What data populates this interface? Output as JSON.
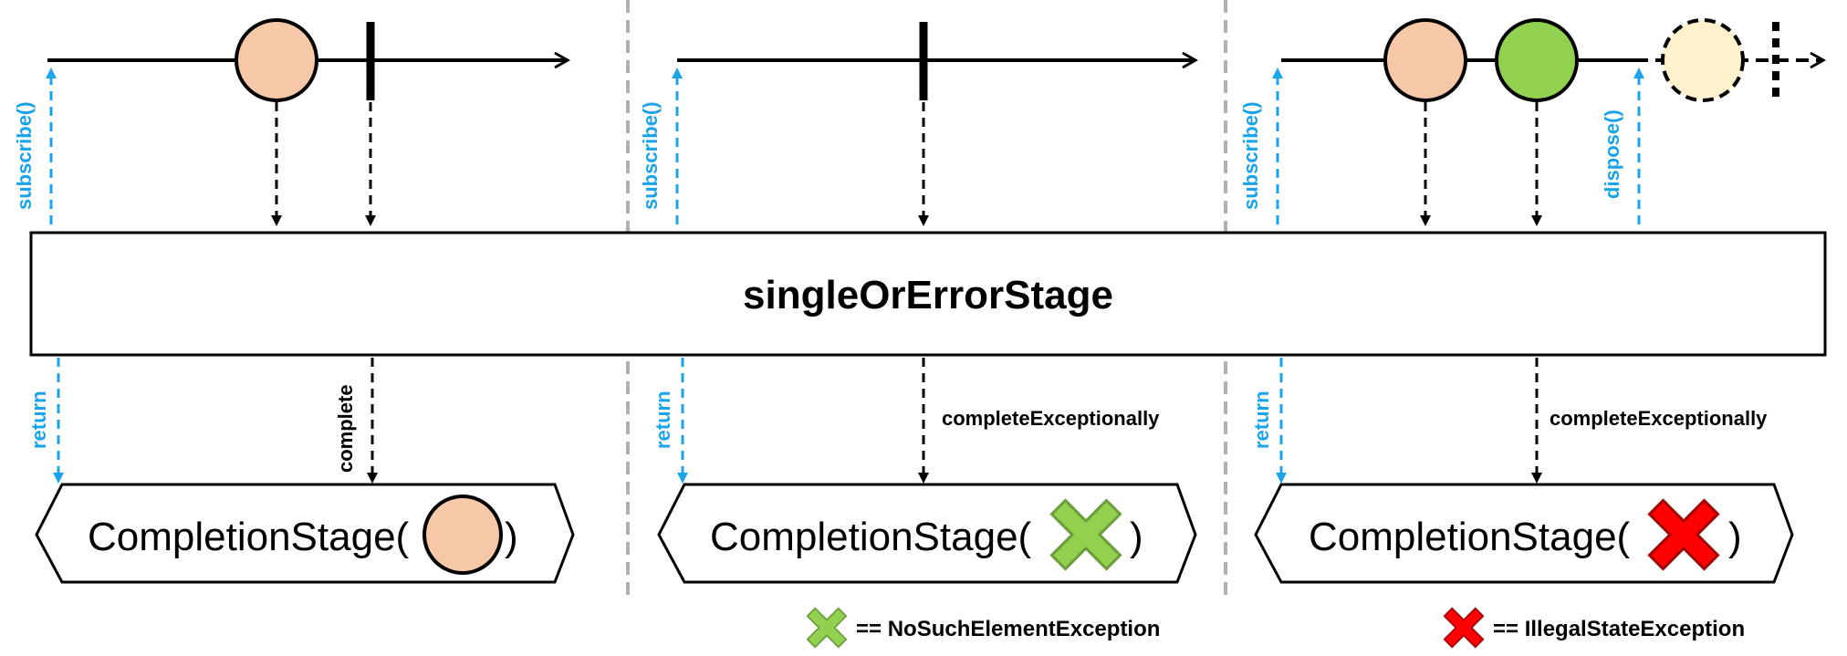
{
  "colors": {
    "ink": "#000000",
    "accent_blue": "#1aa3e8",
    "separator": "#b0b0b0",
    "item_peach": "#f7c8a8",
    "item_green": "#92d050",
    "item_cancelled": "#fff2cc",
    "cross_green": "#92d050",
    "cross_red": "#ff0000"
  },
  "operator": {
    "label": "singleOrErrorStage"
  },
  "panels": [
    {
      "subscribe_label": "subscribe()",
      "return_label": "return",
      "signal_label": "complete",
      "stage_text": "CompletionStage(",
      "stage_close": ")",
      "result_icon": "peach-circle-icon"
    },
    {
      "subscribe_label": "subscribe()",
      "return_label": "return",
      "signal_label": "completeExceptionally",
      "stage_text": "CompletionStage(",
      "stage_close": ")",
      "result_icon": "green-cross-icon"
    },
    {
      "subscribe_label": "subscribe()",
      "return_label": "return",
      "dispose_label": "dispose()",
      "signal_label": "completeExceptionally",
      "stage_text": "CompletionStage(",
      "stage_close": ")",
      "result_icon": "red-cross-icon"
    }
  ],
  "legend": [
    {
      "icon": "green-cross-icon",
      "text": "== NoSuchElementException"
    },
    {
      "icon": "red-cross-icon",
      "text": "== IllegalStateException"
    }
  ]
}
